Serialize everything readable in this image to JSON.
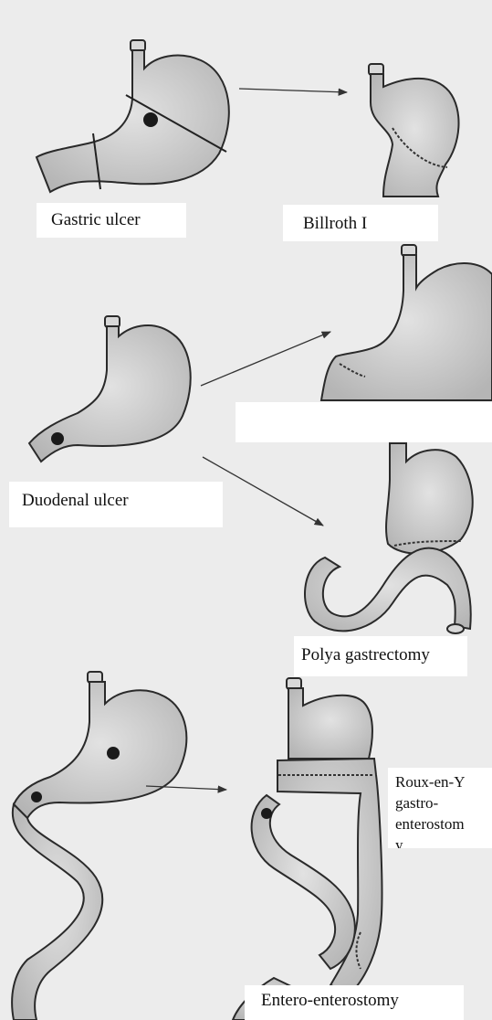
{
  "labels": {
    "gastric_ulcer": "Gastric ulcer",
    "billroth": "Billroth I",
    "duodenal_ulcer": "Duodenal ulcer",
    "polya": "Polya gastrectomy",
    "roux_lines": [
      "Roux-en-Y",
      "gastro-",
      "enterostom",
      "y"
    ],
    "entero": "Entero-enterostomy"
  },
  "colors": {
    "stomach_fill": "#c6c6c6",
    "outline": "#2a2a2a",
    "ulcer": "#1a1a1a",
    "background": "#ececec"
  }
}
